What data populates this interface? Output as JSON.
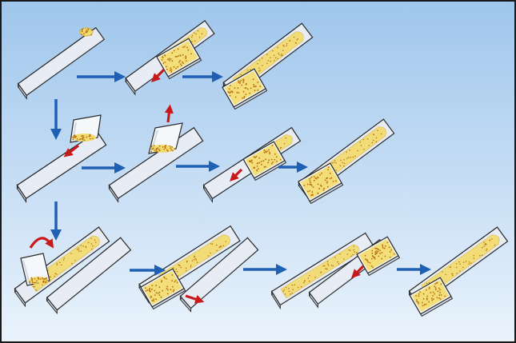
{
  "colors": {
    "background_top": "#9fc6ec",
    "background_bottom": "#eaf3fc",
    "frame": "#1a1a1a",
    "slide_fill": "#e8edf5",
    "slide_edge": "#d2d9e4",
    "slide_outline": "#2a2a2a",
    "smear_fill": "#f2dc72",
    "cell_dots": "#b8720e",
    "flow_arrow": "#1f5fb4",
    "motion_arrow": "#c8191b",
    "coverslip_fill": "#f4f8fb"
  },
  "steps": [
    {
      "row": 1,
      "col": 1,
      "stage": "drop"
    },
    {
      "row": 1,
      "col": 2,
      "stage": "coverslip-pulled"
    },
    {
      "row": 1,
      "col": 3,
      "stage": "smear-complete"
    },
    {
      "row": 2,
      "col": 1,
      "stage": "spreader-angled"
    },
    {
      "row": 2,
      "col": 2,
      "stage": "spreader-lifted"
    },
    {
      "row": 2,
      "col": 3,
      "stage": "spreader-pushed"
    },
    {
      "row": 2,
      "col": 4,
      "stage": "smear-complete"
    },
    {
      "row": 3,
      "col": 1,
      "stage": "coverslip-flipped"
    },
    {
      "row": 3,
      "col": 2,
      "stage": "coverslip-pulled"
    },
    {
      "row": 3,
      "col": 3,
      "stage": "pair-spread"
    },
    {
      "row": 3,
      "col": 4,
      "stage": "smear-complete"
    }
  ],
  "icons": [
    "flow-arrow",
    "motion-arrow",
    "curved-flip-arrow"
  ]
}
